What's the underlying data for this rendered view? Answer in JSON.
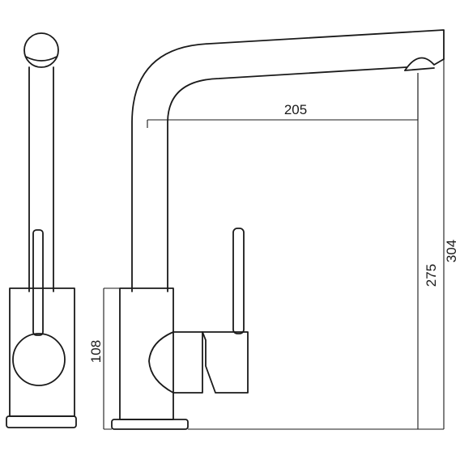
{
  "drawing": {
    "dimensions": {
      "spout_reach": "205",
      "total_height": "304",
      "spout_outlet_height": "275",
      "body_height": "108"
    },
    "colors": {
      "line": "#1a1a1a",
      "background": "#ffffff"
    }
  }
}
